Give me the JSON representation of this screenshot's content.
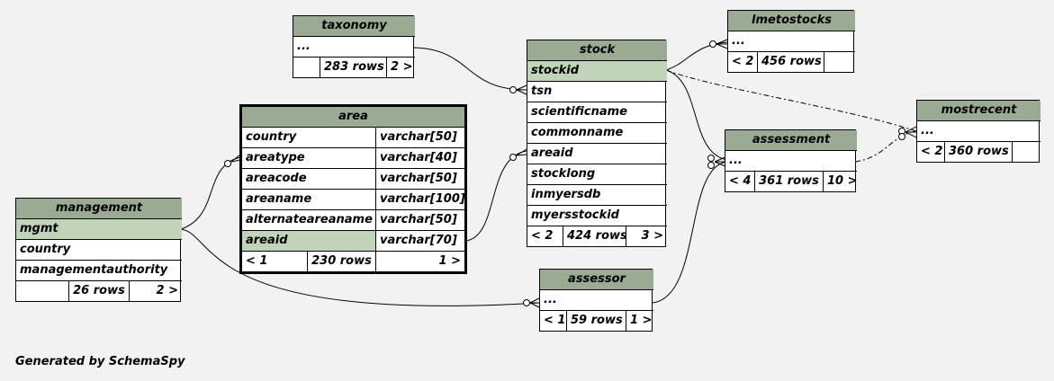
{
  "tables": {
    "taxonomy": {
      "title": "taxonomy",
      "rows": [
        "..."
      ],
      "footer": [
        "",
        "283 rows",
        "2 >"
      ]
    },
    "stock": {
      "title": "stock",
      "rows": [
        "stockid",
        "tsn",
        "scientificname",
        "commonname",
        "areaid",
        "stocklong",
        "inmyersdb",
        "myersstockid"
      ],
      "footer": [
        "< 2",
        "424 rows",
        "3 >"
      ]
    },
    "lmetostocks": {
      "title": "lmetostocks",
      "rows": [
        "..."
      ],
      "footer": [
        "< 2",
        "456 rows",
        ""
      ]
    },
    "mostrecent": {
      "title": "mostrecent",
      "rows": [
        "..."
      ],
      "footer": [
        "< 2",
        "360 rows",
        ""
      ]
    },
    "assessment": {
      "title": "assessment",
      "rows": [
        "..."
      ],
      "footer": [
        "< 4",
        "361 rows",
        "10 >"
      ]
    },
    "area": {
      "title": "area",
      "rows": [
        [
          "country",
          "varchar[50]"
        ],
        [
          "areatype",
          "varchar[40]"
        ],
        [
          "areacode",
          "varchar[50]"
        ],
        [
          "areaname",
          "varchar[100]"
        ],
        [
          "alternateareaname",
          "varchar[50]"
        ],
        [
          "areaid",
          "varchar[70]"
        ]
      ],
      "footer": [
        "< 1",
        "230 rows",
        "1 >"
      ]
    },
    "management": {
      "title": "management",
      "rows": [
        "mgmt",
        "country",
        "managementauthority"
      ],
      "footer": [
        "",
        "26 rows",
        "2 >"
      ]
    },
    "assessor": {
      "title": "assessor",
      "rows": [
        "..."
      ],
      "footer": [
        "< 1",
        "59 rows",
        "1 >"
      ]
    }
  },
  "generated_by": "Generated by SchemaSpy"
}
